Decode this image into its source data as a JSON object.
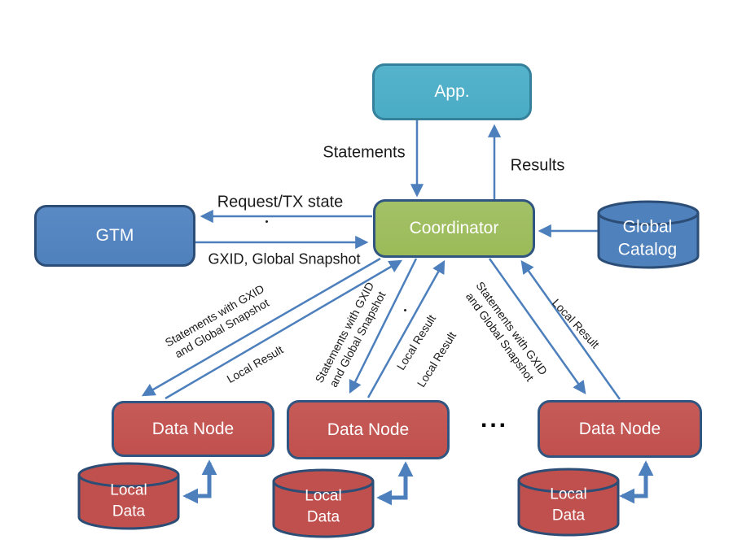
{
  "colors": {
    "app_fill": "#4BACC6",
    "app_border": "#35809B",
    "blue_fill": "#4F81BD",
    "green_fill": "#9BBB59",
    "red_fill": "#C0504D",
    "navy_border": "#2F5580",
    "arrow": "#4C7FBC",
    "box_text": "#FFFFFF",
    "label_text": "#1A1A1A"
  },
  "nodes": {
    "app": "App.",
    "coordinator": "Coordinator",
    "gtm": "GTM",
    "global_catalog": {
      "line1": "Global",
      "line2": "Catalog"
    },
    "data_nodes": [
      "Data Node",
      "Data Node",
      "Data Node"
    ],
    "local_data": {
      "line1": "Local",
      "line2": "Data"
    }
  },
  "edge_labels": {
    "statements": "Statements",
    "results": "Results",
    "request_tx_state": "Request/TX state",
    "gxid_global_snapshot": "GXID, Global Snapshot",
    "statements_gxid_line1": "Statements with GXID",
    "statements_gxid_line2": "and Global Snapshot",
    "local_result": "Local Result",
    "ellipsis": "..."
  }
}
